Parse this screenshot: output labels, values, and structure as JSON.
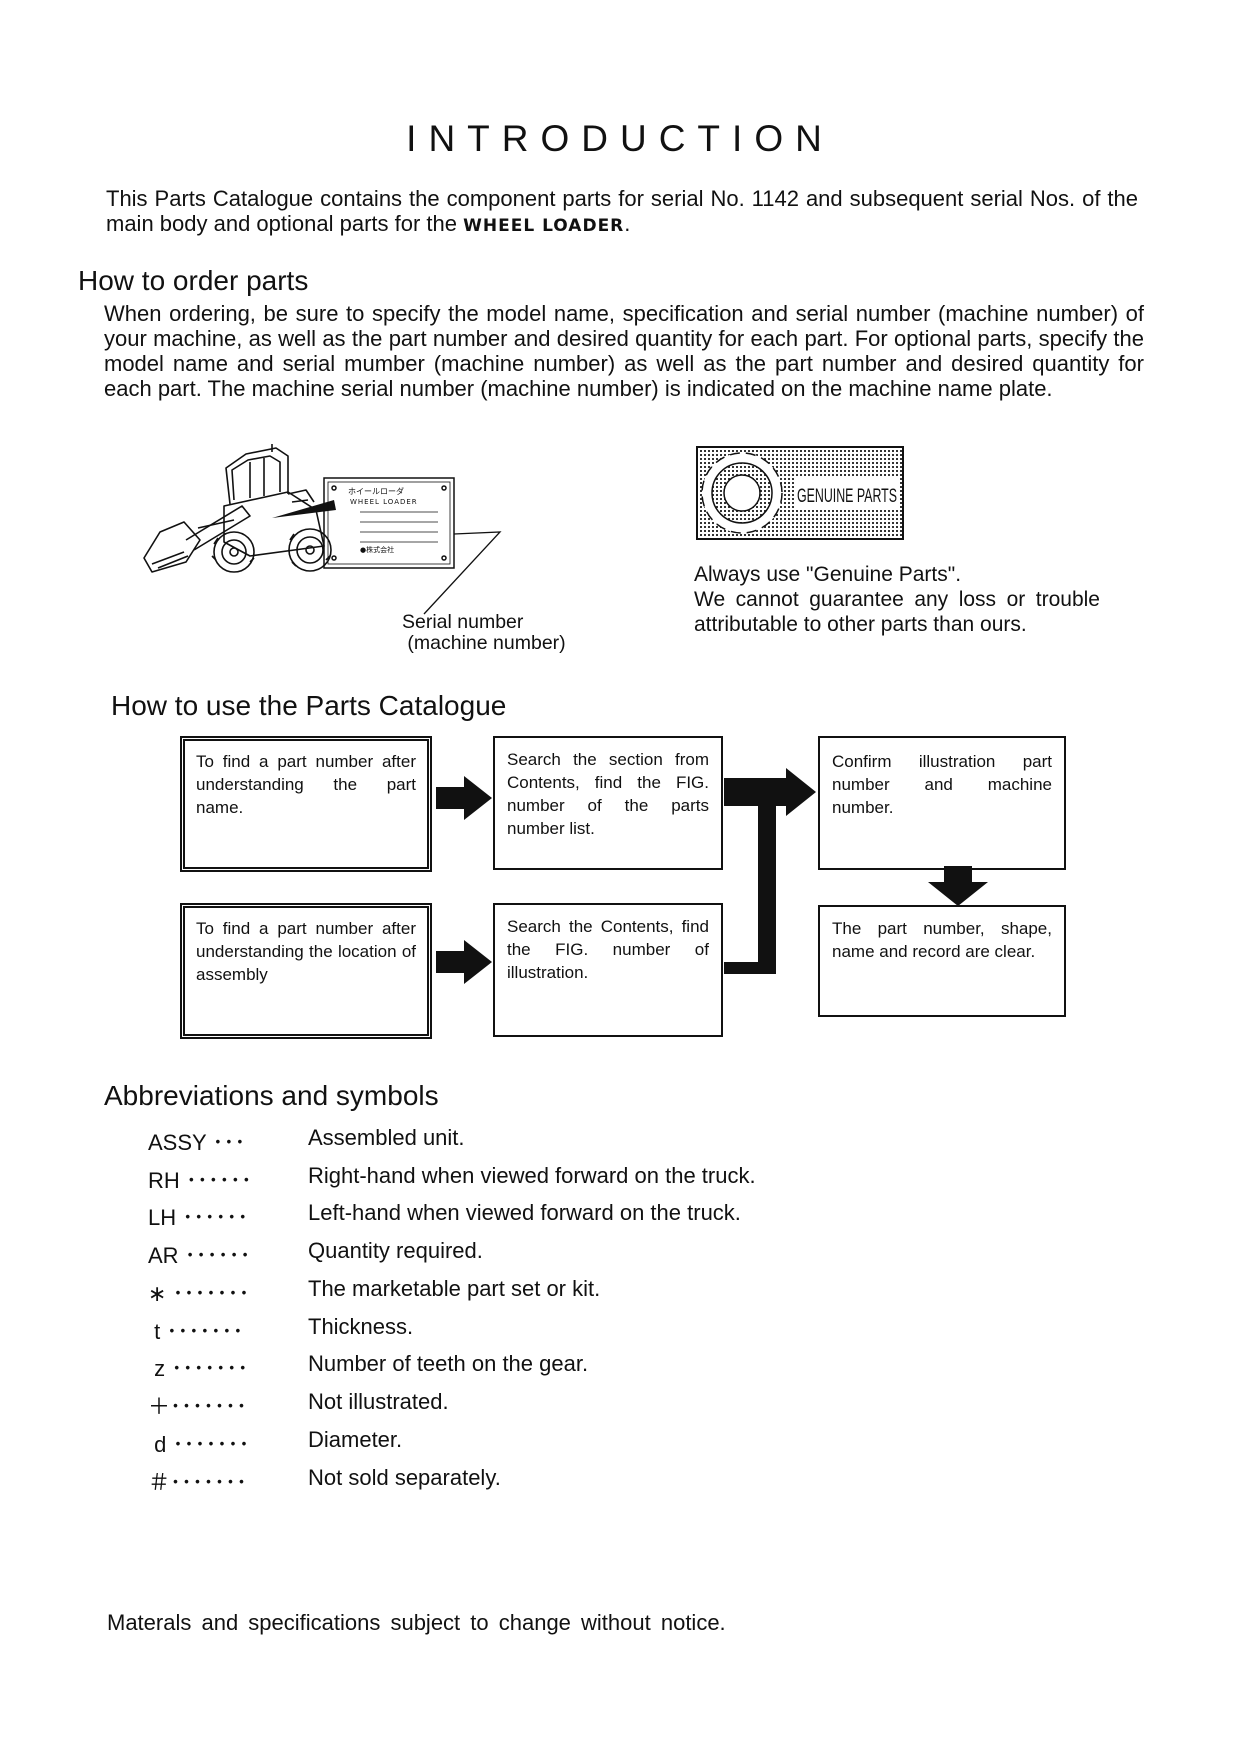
{
  "title": "INTRODUCTION",
  "intro": {
    "text_before": "This Parts Catalogue contains the component parts for serial No. 1142 and subsequent serial Nos. of the main body and optional parts for the ",
    "model": "WHEEL LOADER",
    "text_after": "."
  },
  "order": {
    "heading": "How to order parts",
    "body": "When ordering, be sure to specify the model name, specification and serial number (machine number) of your machine, as well as the part number and desired quantity for each part. For optional parts, specify the model name and serial mumber (machine number) as well as the part number and desired quantity for each part.  The machine serial number (machine number) is indicated on the machine name plate."
  },
  "nameplate": {
    "line1": "ホイールローダ",
    "line2": "WHEEL LOADER",
    "maker": "●株式会社"
  },
  "serial_caption": {
    "line1": "Serial number",
    "line2": " (machine number)"
  },
  "genuine": {
    "logo_text": "GENUINE PARTS",
    "line1": "Always use \"Genuine Parts\".",
    "line2": "We cannot guarantee any loss or trouble attributable to other parts than ours."
  },
  "usage": {
    "heading": "How to use the Parts Catalogue",
    "box1": "To find a part number after understanding the part name.",
    "box2": "Search the section from Contents, find the FIG. number of the parts number list.",
    "box3": "Confirm illustration part number and machine number.",
    "box4": "To find a part number after understanding the location of assembly",
    "box5": "Search the Contents, find the FIG. number of illustration.",
    "box6": "The part number, shape, name and record are clear."
  },
  "abbreviations": {
    "heading": "Abbreviations and symbols",
    "items": [
      {
        "key": "ASSY ･･･",
        "desc": "Assembled unit."
      },
      {
        "key": "RH ･･････",
        "desc": "Right-hand when viewed forward on the truck."
      },
      {
        "key": "LH ･･････",
        "desc": "Left-hand when viewed forward on the truck."
      },
      {
        "key": "AR ･･････",
        "desc": "Quantity required."
      },
      {
        "key": "∗ ･･･････",
        "desc": "The marketable part set or kit."
      },
      {
        "key": " t ･･･････",
        "desc": "Thickness."
      },
      {
        "key": " z ･･･････",
        "desc": "Number of teeth on the gear."
      },
      {
        "key": "＋･･･････",
        "desc": "Not illustrated."
      },
      {
        "key": " d ･･･････",
        "desc": "Diameter."
      },
      {
        "key": "＃･･･････",
        "desc": "Not sold separately."
      }
    ]
  },
  "footer": "Materals and specifications subject to change without notice."
}
